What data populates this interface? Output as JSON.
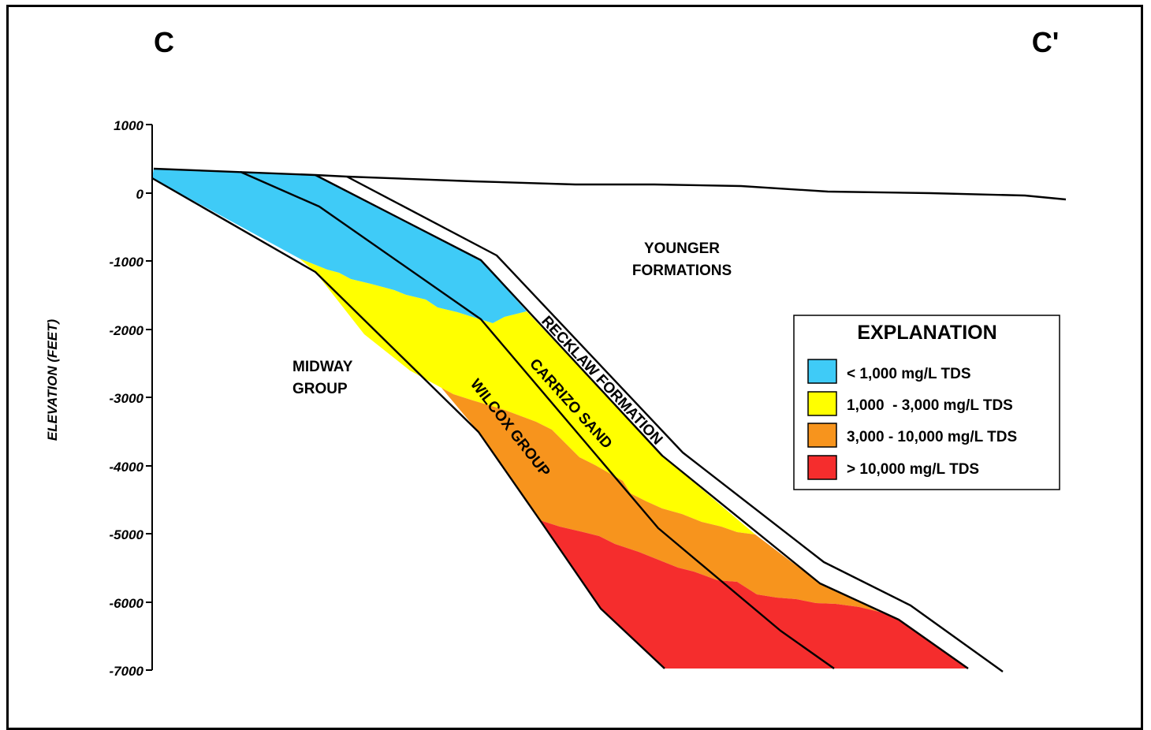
{
  "section": {
    "start_label": "C",
    "end_label": "C'"
  },
  "axis": {
    "label": "ELEVATION (FEET)",
    "ticks": [
      "1000",
      "0",
      "-1000",
      "-2000",
      "-3000",
      "-4000",
      "-5000",
      "-6000",
      "-7000"
    ]
  },
  "units": {
    "younger_line1": "YOUNGER",
    "younger_line2": "FORMATIONS",
    "midway_line1": "MIDWAY",
    "midway_line2": "GROUP",
    "recklaw": "RECKLAW FORMATION",
    "carrizo": "CARRIZO SAND",
    "wilcox": "WILCOX GROUP"
  },
  "legend": {
    "title": "EXPLANATION",
    "items": [
      {
        "label": "< 1,000 mg/L TDS",
        "color": "#3fcbf7"
      },
      {
        "label": "1,000  - 3,000 mg/L TDS",
        "color": "#ffff00"
      },
      {
        "label": "3,000 - 10,000 mg/L TDS",
        "color": "#f7941d"
      },
      {
        "label": "> 10,000 mg/L TDS",
        "color": "#f52d2d"
      }
    ]
  },
  "colors": {
    "fresh": "#3fcbf7",
    "slightly_saline": "#ffff00",
    "moderately_saline": "#f7941d",
    "very_saline": "#f52d2d",
    "line": "#000000"
  }
}
